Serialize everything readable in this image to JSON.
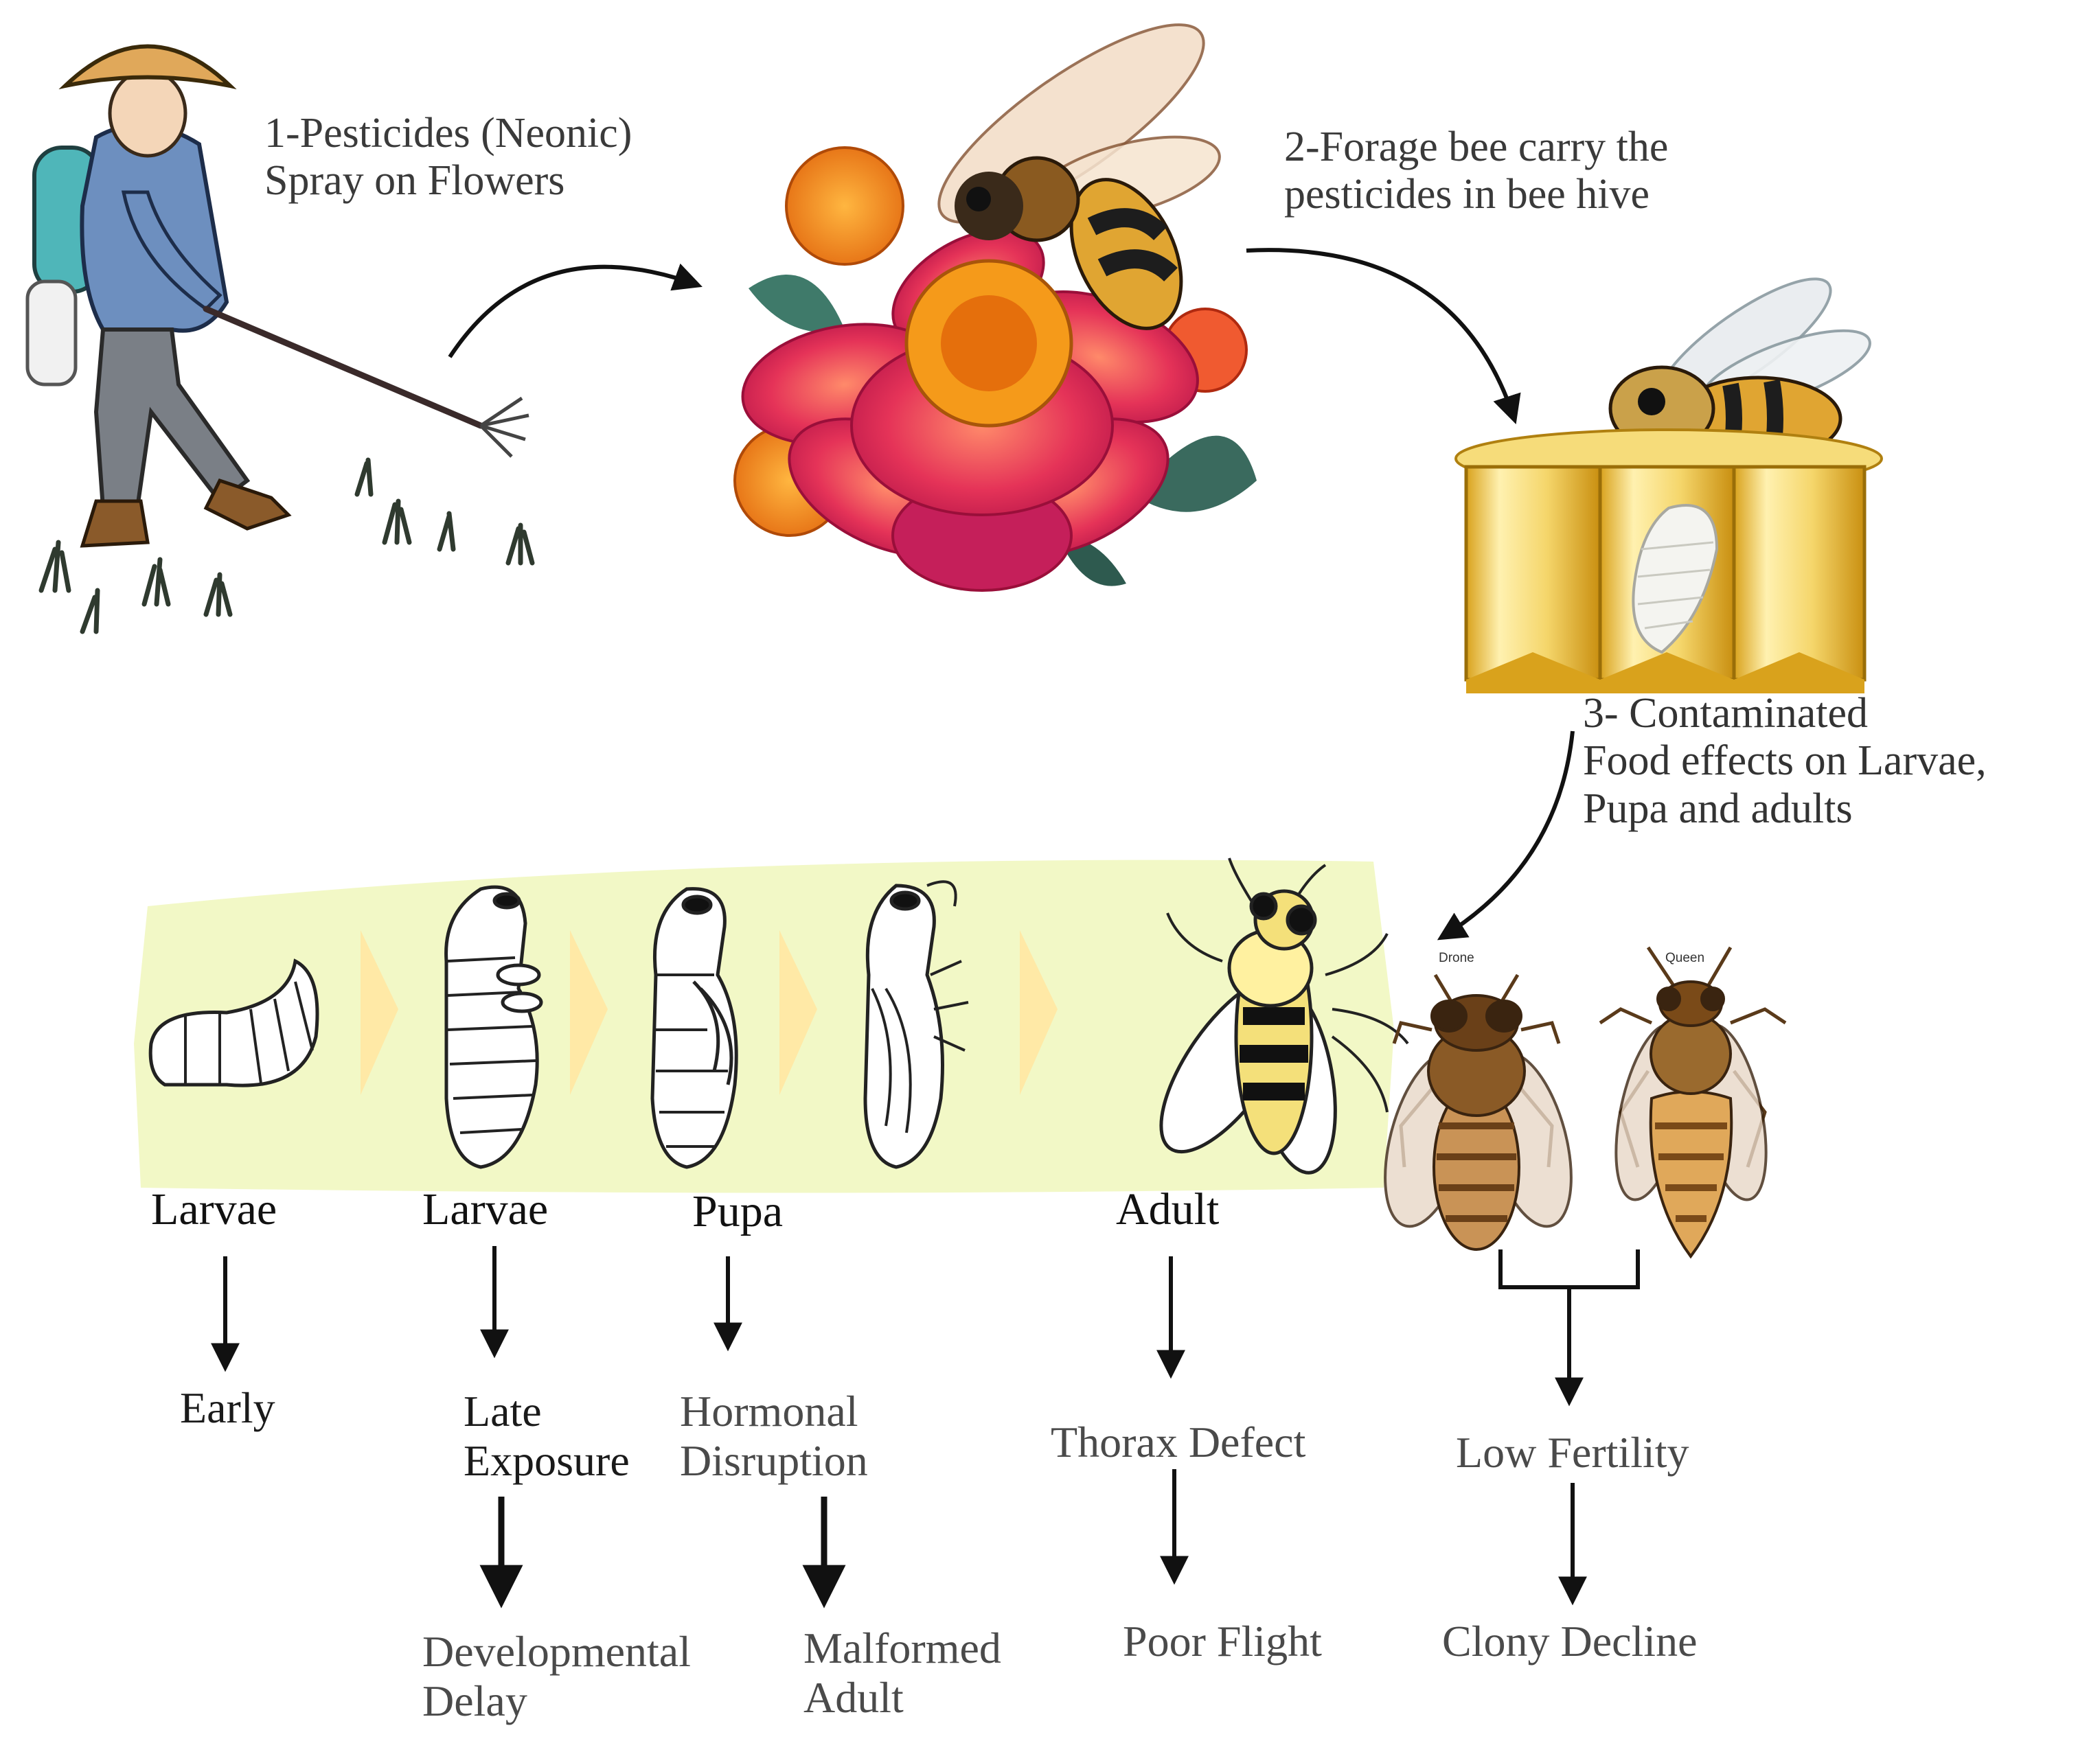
{
  "steps": {
    "step1": [
      "1-Pesticides (Neonic)",
      "Spray on Flowers"
    ],
    "step2": [
      "2-Forage bee carry the",
      "pesticides in bee hive"
    ],
    "step3": [
      "3- Contaminated",
      "Food effects on Larvae,",
      "Pupa and adults"
    ]
  },
  "stages": {
    "larvae_early": "Larvae",
    "larvae_late": "Larvae",
    "pupa": "Pupa",
    "adult": "Adult"
  },
  "castes": {
    "drone": "Drone",
    "queen": "Queen"
  },
  "effects": {
    "early": "Early",
    "late_exposure": [
      "Late",
      "Exposure"
    ],
    "hormonal_disruption": [
      "Hormonal",
      "Disruption"
    ],
    "thorax_defect": "Thorax Defect",
    "low_fertility": "Low Fertility",
    "developmental_delay": [
      "Developmental",
      "Delay"
    ],
    "malformed_adult": [
      "Malformed",
      "Adult"
    ],
    "poor_flight": "Poor Flight",
    "colony_decline": "Clony Decline"
  },
  "colors": {
    "stage_band": "#f2f8c6",
    "chevron": "#ffe9a6",
    "honeycomb": "#f3c84a",
    "bee_stripe": "#1d1d1d",
    "bee_gold": "#e0a532",
    "flower_petal": "#e33a5a",
    "marigold": "#f08a1c"
  },
  "icons": [
    "farmer-icon",
    "flower-with-bee-icon",
    "honeycomb-with-bee-icon",
    "larva-icon",
    "pupa-icon",
    "adult-bee-icon",
    "drone-bee-icon",
    "queen-bee-icon"
  ]
}
